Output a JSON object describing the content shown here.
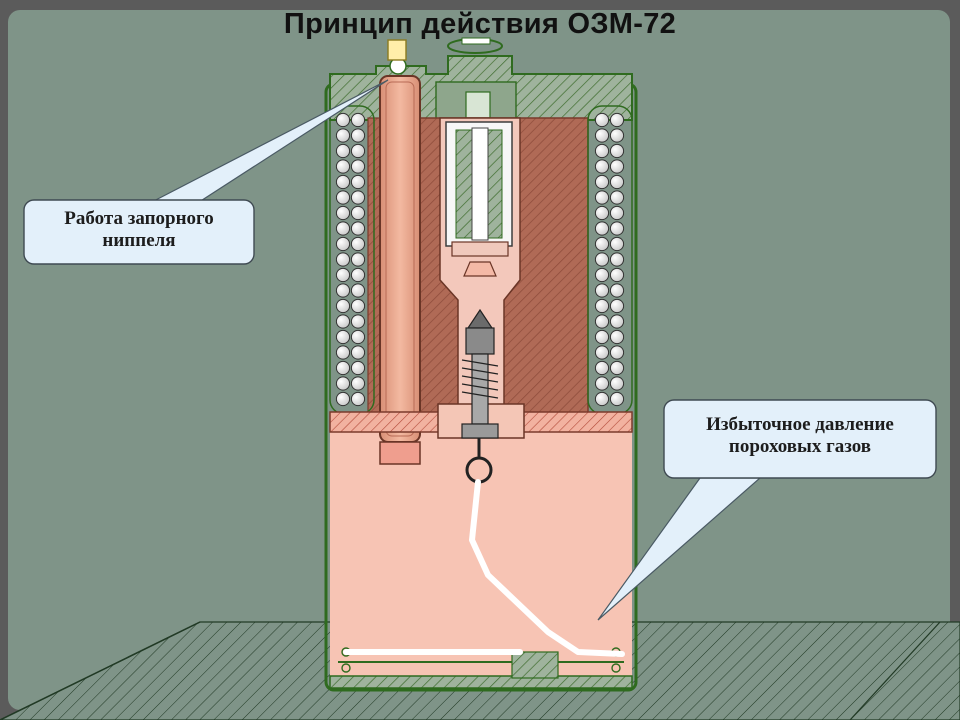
{
  "title": "Принцип действия ОЗМ-72",
  "callouts": [
    {
      "line1": "Работа запорного",
      "line2": "ниппеля"
    },
    {
      "line1": "Избыточное давление",
      "line2": "пороховых газов"
    }
  ],
  "colors": {
    "background": "#7f9488",
    "slide_border": "#5c5c5c",
    "body_outline": "#2f6b1f",
    "hatch": "#4f7a3b",
    "powder_gas": "#f5bfae",
    "explosive_charge": "#b26a55",
    "fuse_tube": "#e8a487",
    "steel_ball": "#f4f4f4",
    "callout_fill": "#e3f0fa",
    "gas_flow": "#ffffff"
  },
  "icons": [
    "locking-nipple-icon",
    "fuse-icon",
    "firing-pin-icon",
    "pull-ring-icon",
    "steel-ball-icon"
  ]
}
